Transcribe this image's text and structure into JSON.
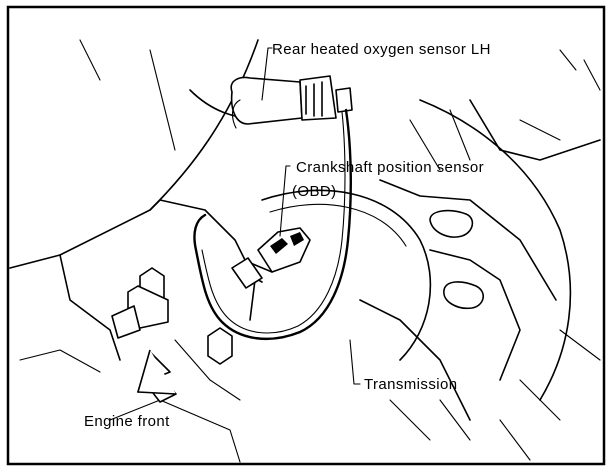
{
  "labels": {
    "rear_o2_sensor": "Rear heated oxygen sensor LH",
    "crankshaft_sensor_line1": "Crankshaft position sensor",
    "crankshaft_sensor_line2": "(OBD)",
    "transmission": "Transmission",
    "engine_front": "Engine front"
  }
}
